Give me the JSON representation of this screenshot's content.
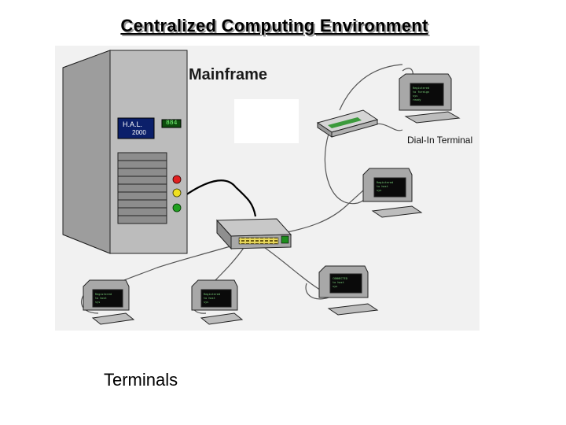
{
  "title": "Centralized Computing Environment",
  "labels": {
    "mainframe": "Mainframe",
    "dial_in_terminal": "Dial-In Terminal",
    "terminals": "Terminals"
  },
  "mainframe_panel": {
    "name_line1": "H.A.L.",
    "name_line2": "2000",
    "display": "884"
  },
  "colors": {
    "case": "#b9b9b9",
    "screen_text": "#7cd27c",
    "led_red": "#e02020",
    "led_yellow": "#f0e020",
    "led_green": "#20a020"
  }
}
